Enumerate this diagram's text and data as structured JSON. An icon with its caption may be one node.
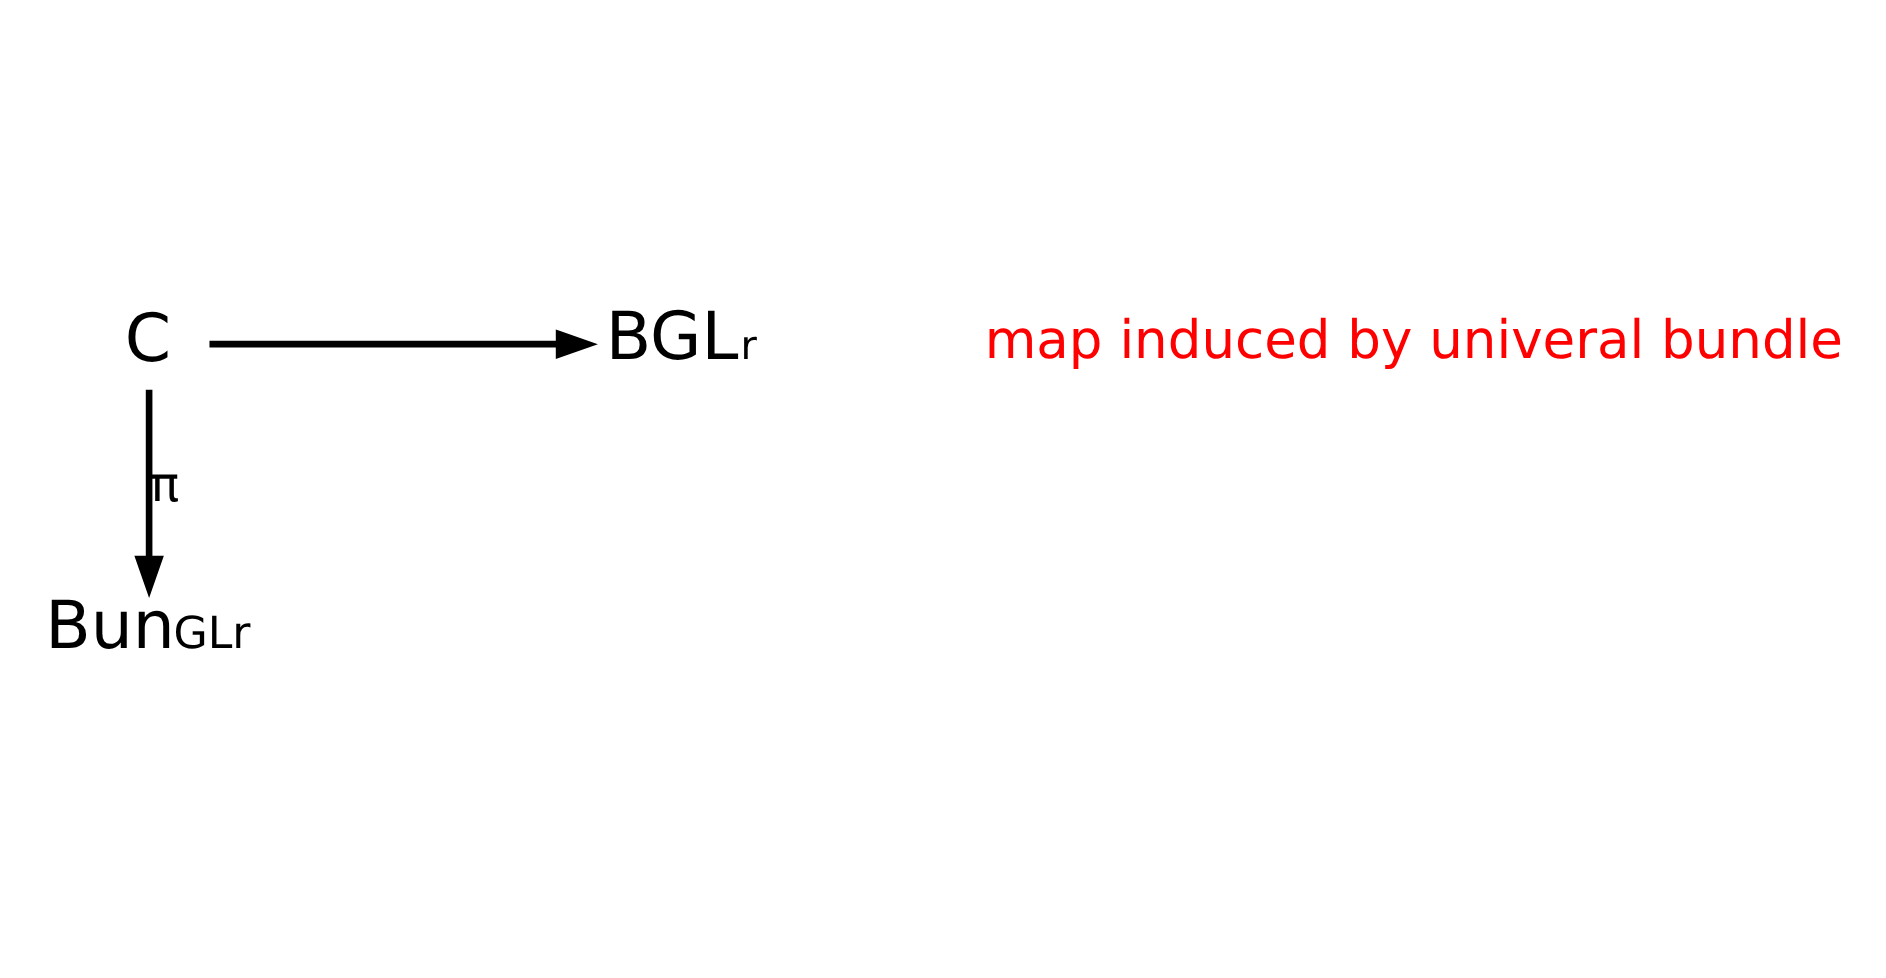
{
  "diagram": {
    "nodes": [
      {
        "text": [
          "C"
        ]
      },
      {
        "text": [
          "BGL$_{r}$"
        ]
      },
      {
        "text": [
          "Bun$^{GLr}$"
        ]
      }
    ],
    "edges": [
      {
        "from": 0,
        "to": 2,
        "arrow": "to",
        "label": "π"
      },
      {
        "from": 0,
        "to": 1,
        "arrow": "to"
      }
    ],
    "labels": [
      "map induced by univeral bundle"
    ]
  }
}
